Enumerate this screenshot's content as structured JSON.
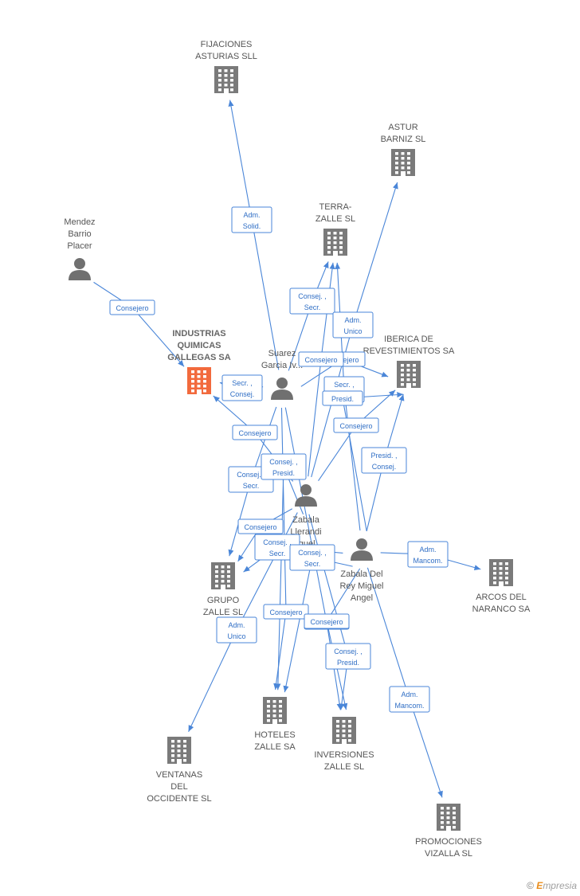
{
  "colors": {
    "company": "#7a7a7a",
    "focus": "#f26a3d",
    "person": "#707070",
    "edge": "#4a86d8",
    "label": "#2f6ec5"
  },
  "nodes": [
    {
      "id": "fijaciones",
      "type": "company",
      "lines": [
        "FIJACIONES",
        "ASTURIAS SLL"
      ]
    },
    {
      "id": "astur",
      "type": "company",
      "lines": [
        "ASTUR",
        "BARNIZ SL"
      ]
    },
    {
      "id": "terrazalle",
      "type": "company",
      "lines": [
        "TERRA-",
        "ZALLE SL"
      ]
    },
    {
      "id": "mendez",
      "type": "person",
      "lines": [
        "Mendez",
        "Barrio",
        "Placer"
      ]
    },
    {
      "id": "industrias",
      "type": "focus",
      "lines": [
        "INDUSTRIAS",
        "QUIMICAS",
        "GALLEGAS SA"
      ]
    },
    {
      "id": "iberica",
      "type": "company",
      "lines": [
        "IBERICA DE",
        "REVESTIMIENTOS SA"
      ]
    },
    {
      "id": "suarez",
      "type": "person",
      "lines": [
        "Suarez",
        "Garcia Iv..."
      ]
    },
    {
      "id": "zabalallerandi",
      "type": "person",
      "lines": [
        "Zabala",
        "Llerandi",
        "Miguel..."
      ]
    },
    {
      "id": "zabaladelrey",
      "type": "person",
      "lines": [
        "Zabala Del",
        "Rey Miguel",
        "Angel"
      ]
    },
    {
      "id": "arcos",
      "type": "company",
      "lines": [
        "ARCOS DEL",
        "NARANCO SA"
      ]
    },
    {
      "id": "grupozalle",
      "type": "company",
      "lines": [
        "GRUPO",
        "ZALLE SL"
      ]
    },
    {
      "id": "hoteles",
      "type": "company",
      "lines": [
        "HOTELES",
        "ZALLE SA"
      ]
    },
    {
      "id": "inversiones",
      "type": "company",
      "lines": [
        "INVERSIONES",
        "ZALLE SL"
      ]
    },
    {
      "id": "ventanas",
      "type": "company",
      "lines": [
        "VENTANAS",
        "DEL",
        "OCCIDENTE SL"
      ]
    },
    {
      "id": "promociones",
      "type": "company",
      "lines": [
        "PROMOCIONES",
        "VIZALLA SL"
      ]
    }
  ],
  "relations": [
    {
      "from": "mendez",
      "to": "industrias",
      "lines": [
        "Consejero"
      ]
    },
    {
      "from": "suarez",
      "to": "fijaciones",
      "lines": [
        "Adm.",
        "Solid."
      ]
    },
    {
      "from": "suarez",
      "to": "terrazalle",
      "lines": [
        "Consej. ,",
        "Secr."
      ]
    },
    {
      "from": "suarez",
      "to": "industrias",
      "lines": [
        "Secr. ,",
        "Consej."
      ]
    },
    {
      "from": "suarez",
      "to": "iberica",
      "lines": [
        "Consejero"
      ]
    },
    {
      "from": "suarez",
      "to": "grupozalle",
      "lines": [
        "Consej. ,",
        "Secr."
      ]
    },
    {
      "from": "suarez",
      "to": "hoteles",
      "lines": [
        "Consejero"
      ]
    },
    {
      "from": "suarez",
      "to": "inversiones",
      "lines": [
        "Consejero"
      ]
    },
    {
      "from": "zabalallerandi",
      "to": "astur",
      "lines": [
        "Adm.",
        "Unico"
      ]
    },
    {
      "from": "zabalallerandi",
      "to": "terrazalle",
      "lines": [
        "Consejero"
      ]
    },
    {
      "from": "zabalallerandi",
      "to": "industrias",
      "lines": [
        "Consejero"
      ]
    },
    {
      "from": "zabalallerandi",
      "to": "iberica",
      "lines": [
        "Consejero"
      ]
    },
    {
      "from": "zabalallerandi",
      "to": "grupozalle",
      "lines": [
        "Consejero"
      ]
    },
    {
      "from": "zabalallerandi",
      "to": "hoteles",
      "lines": [
        "Consej. ,",
        "Presid."
      ]
    },
    {
      "from": "zabalallerandi",
      "to": "inversiones",
      "lines": [
        "Consej. ,",
        "Presid."
      ]
    },
    {
      "from": "zabalallerandi",
      "to": "ventanas",
      "lines": [
        "Adm.",
        "Unico"
      ]
    },
    {
      "from": "zabaladelrey",
      "to": "terrazalle",
      "lines": [
        "Secr. ,",
        "Consej."
      ]
    },
    {
      "from": "zabaladelrey",
      "to": "iberica",
      "lines": [
        "Presid. ,",
        "Consej."
      ]
    },
    {
      "from": "zabaladelrey",
      "to": "grupozalle",
      "lines": [
        "Consej. ,",
        "Secr."
      ]
    },
    {
      "from": "zabaladelrey",
      "to": "hoteles",
      "lines": [
        "Consej. ,",
        "Secr."
      ]
    },
    {
      "from": "zabaladelrey",
      "to": "inversiones",
      "lines": [
        "Consejero"
      ]
    },
    {
      "from": "zabaladelrey",
      "to": "arcos",
      "lines": [
        "Adm.",
        "Mancom."
      ]
    },
    {
      "from": "zabaladelrey",
      "to": "promociones",
      "lines": [
        "Adm.",
        "Mancom."
      ]
    },
    {
      "from": "zabaladelrey",
      "to": "iberica",
      "lines": [
        "Presid."
      ]
    }
  ],
  "footer": {
    "copyright": "©",
    "brand_first": "E",
    "brand_rest": "mpresia"
  }
}
